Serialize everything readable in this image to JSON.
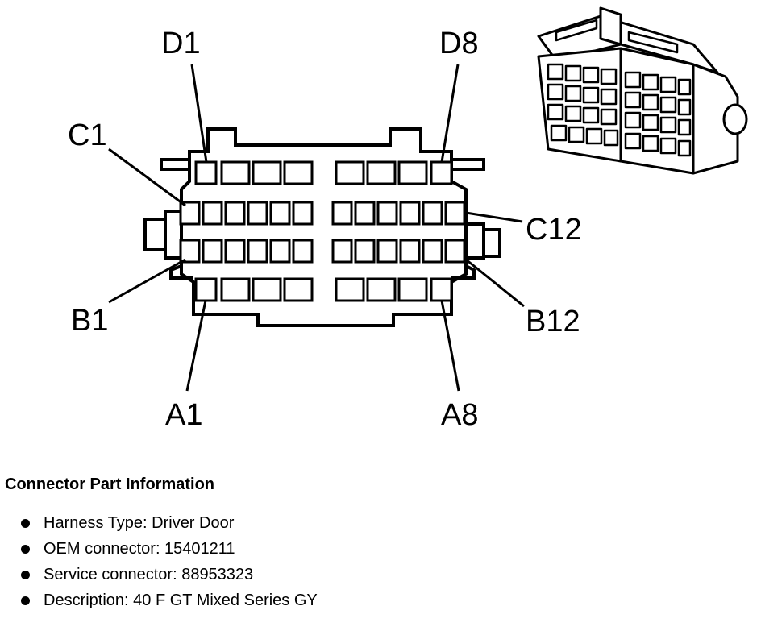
{
  "pin_labels": {
    "d1": "D1",
    "d8": "D8",
    "c1": "C1",
    "c12": "C12",
    "b1": "B1",
    "b12": "B12",
    "a1": "A1",
    "a8": "A8"
  },
  "connector_info": {
    "title": "Connector Part Information",
    "items": [
      "Harness Type: Driver Door",
      "OEM connector: 15401211",
      "Service connector: 88953323",
      "Description: 40 F GT Mixed Series GY"
    ]
  }
}
